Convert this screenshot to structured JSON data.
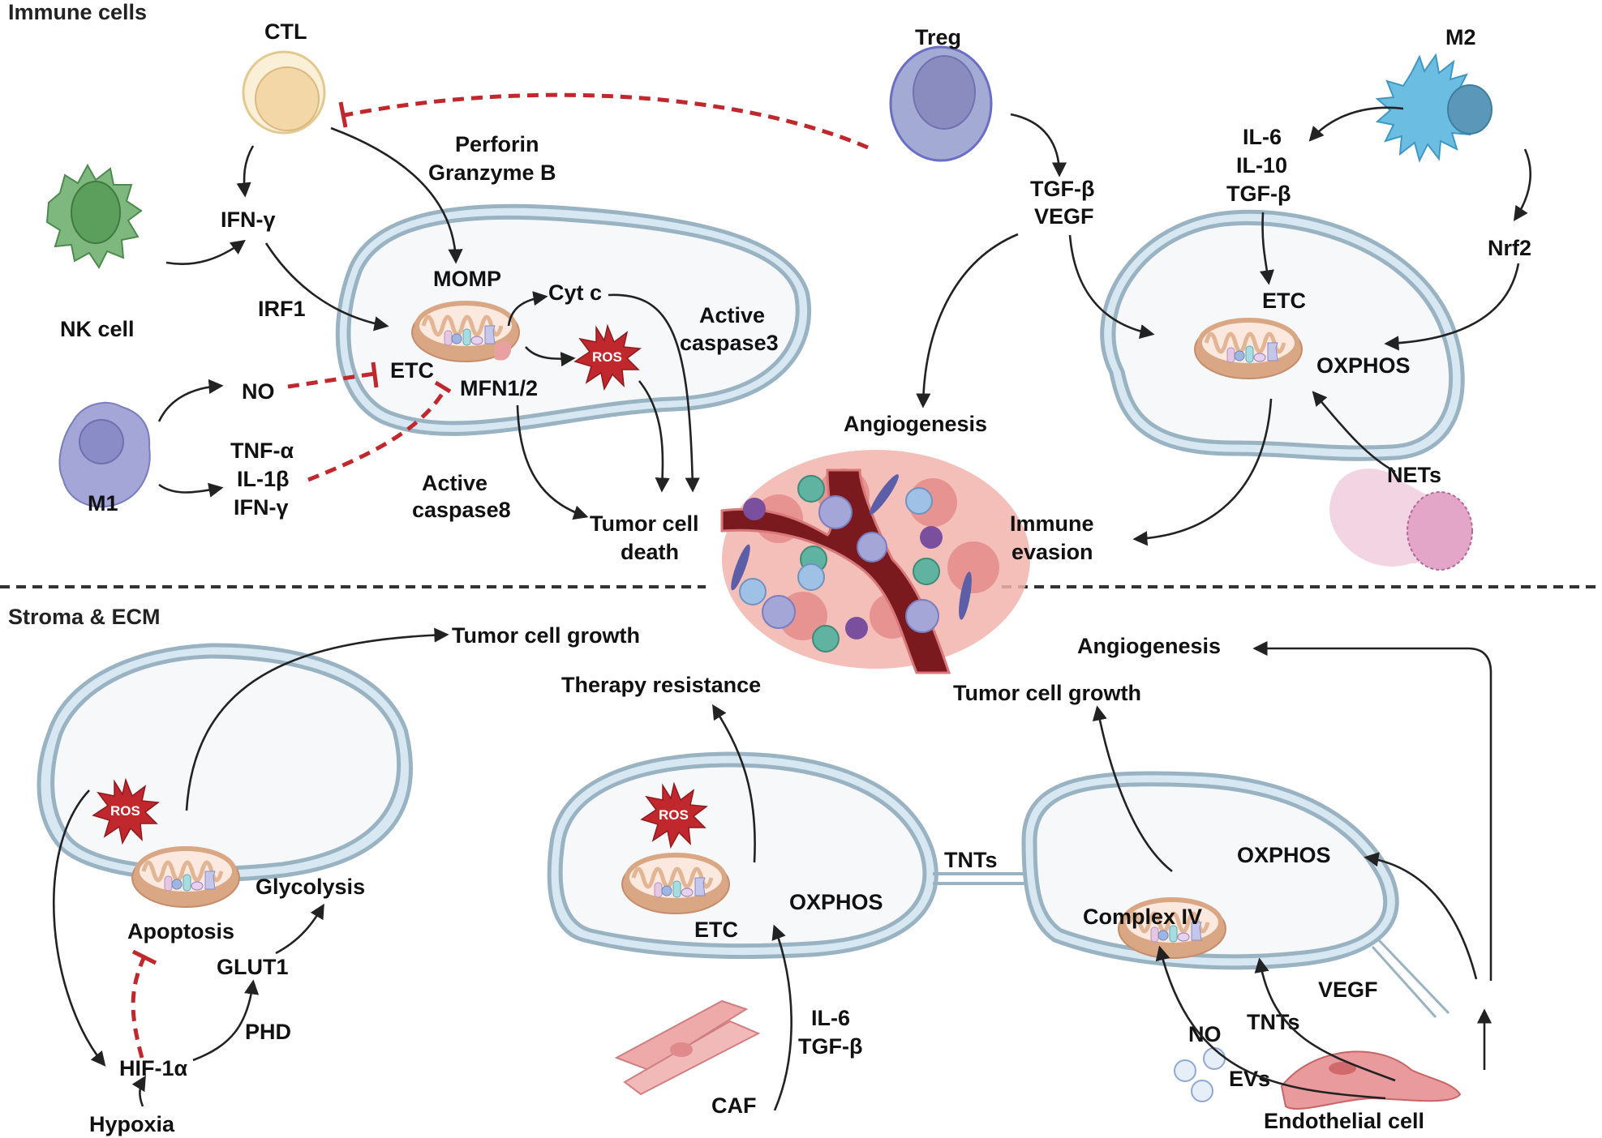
{
  "sections": {
    "top": "Immune cells",
    "bottom": "Stroma & ECM"
  },
  "colors": {
    "membrane": "#9ab3c3",
    "membrane_fill": "#d8e8f2",
    "inhibition": "#c0282d",
    "ros": "#c0282d",
    "mito_outer": "#e2b595",
    "ctl": "#f3d7a6",
    "nk": "#5c9e5c",
    "m1": "#9b9bd0",
    "treg": "#8a8cc8",
    "m2": "#6bbde2",
    "nets": "#e3a6c8",
    "endothelial": "#e99a9c",
    "caf": "#eea9a9",
    "vessel": "#7a1a1e"
  },
  "immune": {
    "cells": {
      "ctl": "CTL",
      "nk": "NK cell",
      "m1": "M1",
      "treg": "Treg",
      "m2": "M2"
    },
    "labels": {
      "perforin": "Perforin",
      "granzyme": "Granzyme B",
      "ifng": "IFN-γ",
      "irf1": "IRF1",
      "no": "NO",
      "tnfa": "TNF-α",
      "il1b": "IL-1β",
      "ifng2": "IFN-γ",
      "momp": "MOMP",
      "cytc": "Cyt c",
      "etc": "ETC",
      "mfn": "MFN1/2",
      "ros": "ROS",
      "casp3_a": "Active",
      "casp3_b": "caspase3",
      "casp8_a": "Active",
      "casp8_b": "caspase8",
      "death_a": "Tumor cell",
      "death_b": "death",
      "treg_tgfb": "TGF-β",
      "treg_vegf": "VEGF",
      "angiogenesis": "Angiogenesis",
      "m2_il6": "IL-6",
      "m2_il10": "IL-10",
      "m2_tgfb": "TGF-β",
      "nrf2": "Nrf2",
      "etc_r": "ETC",
      "oxphos": "OXPHOS",
      "nets": "NETs",
      "evasion_a": "Immune",
      "evasion_b": "evasion"
    }
  },
  "stroma": {
    "labels": {
      "growth1": "Tumor cell growth",
      "ros1": "ROS",
      "glycolysis": "Glycolysis",
      "apoptosis": "Apoptosis",
      "glut1": "GLUT1",
      "phd": "PHD",
      "hif": "HIF-1α",
      "hypoxia": "Hypoxia",
      "therapy": "Therapy resistance",
      "ros2": "ROS",
      "etc2": "ETC",
      "oxphos2": "OXPHOS",
      "tnts": "TNTs",
      "il6": "IL-6",
      "tgfb": "TGF-β",
      "caf": "CAF",
      "growth2": "Tumor cell growth",
      "angiogenesis2": "Angiogenesis",
      "oxphos3": "OXPHOS",
      "complex4": "Complex IV",
      "vegf": "VEGF",
      "no": "NO",
      "tnts2": "TNTs",
      "evs": "EVs",
      "endothelial": "Endothelial cell"
    }
  }
}
